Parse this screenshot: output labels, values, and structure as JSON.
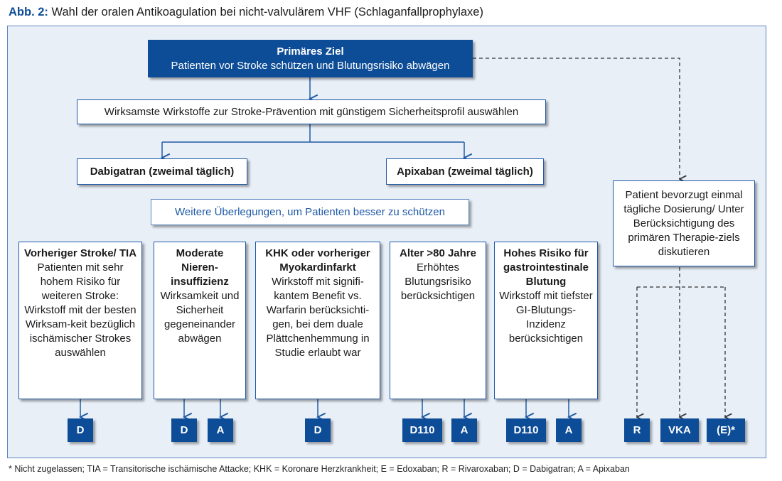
{
  "figure": {
    "label": "Abb. 2:",
    "title": "Wahl der oralen Antikoagulation bei nicht-valvulärem VHF (Schlaganfallprophylaxe)"
  },
  "goal": {
    "heading": "Primäres Ziel",
    "text": "Patienten vor Stroke schützen und Blutungsrisiko abwägen"
  },
  "select_box": "Wirksamste Wirkstoffe zur Stroke-Prävention mit günstigem Sicherheitsprofil auswählen",
  "drugs": {
    "left": "Dabigatran (zweimal täglich)",
    "right": "Apixaban (zweimal täglich)"
  },
  "further": "Weitere Überlegungen, um Patienten besser zu schützen",
  "preference": "Patient bevorzugt einmal tägliche Dosierung/ Unter Berücksichtigung des primären Therapie-ziels diskutieren",
  "cards": [
    {
      "title": "Vorheriger Stroke/ TIA",
      "text": "Patienten mit sehr hohem Risiko für weiteren Stroke: Wirkstoff mit der besten Wirksam-keit bezüglich ischämischer Strokes auswählen"
    },
    {
      "title": "Moderate Nieren-insuffizienz",
      "text": "Wirksamkeit und Sicherheit gegeneinander abwägen"
    },
    {
      "title": "KHK oder vorheriger Myokardinfarkt",
      "text": "Wirkstoff mit signifi-kantem Benefit vs. Warfarin berücksichti-gen, bei dem duale Plättchenhemmung in Studie erlaubt war"
    },
    {
      "title": "Alter >80 Jahre",
      "text": "Erhöhtes Blutungsrisiko berücksichtigen"
    },
    {
      "title": "Hohes Risiko für gastrointestinale Blutung",
      "text": "Wirkstoff mit tiefster GI-Blutungs-Inzidenz berücksichtigen"
    }
  ],
  "tags": [
    "D",
    "D",
    "A",
    "D",
    "D110",
    "A",
    "D110",
    "A",
    "R",
    "VKA",
    "(E)*"
  ],
  "footnote": "* Nicht zugelassen; TIA = Transitorische ischämische Attacke; KHK = Koronare Herzkrankheit; E = Edoxaban; R = Rivaroxaban; D = Dabigatran; A = Apixaban",
  "colors": {
    "primary": "#0d4c96",
    "border": "#1f5aa6",
    "background": "#e9eff7"
  }
}
